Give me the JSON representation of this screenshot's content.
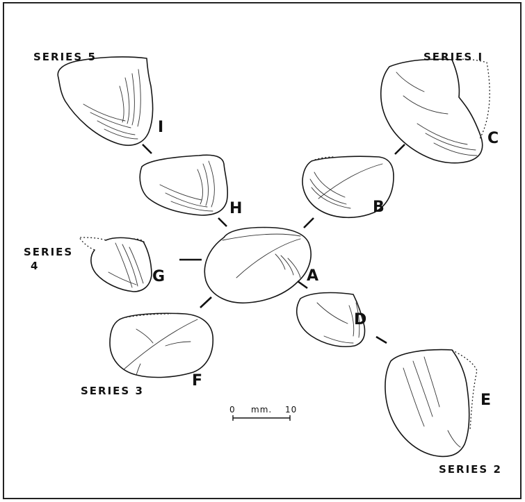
{
  "series_labels": {
    "s1": "SERIES I",
    "s2": "SERIES 2",
    "s3": "SERIES 3",
    "s4_line1": "SERIES",
    "s4_line2": "4",
    "s5": "SERIES 5"
  },
  "specimens": {
    "a": "A",
    "b": "B",
    "c": "C",
    "d": "D",
    "e": "E",
    "f": "F",
    "g": "G",
    "h": "H",
    "i": "I"
  },
  "scale_bar": {
    "start": "0",
    "unit": "mm.",
    "end": "10"
  },
  "colors": {
    "ink": "#111111",
    "paper": "#ffffff",
    "frame": "#222222"
  }
}
